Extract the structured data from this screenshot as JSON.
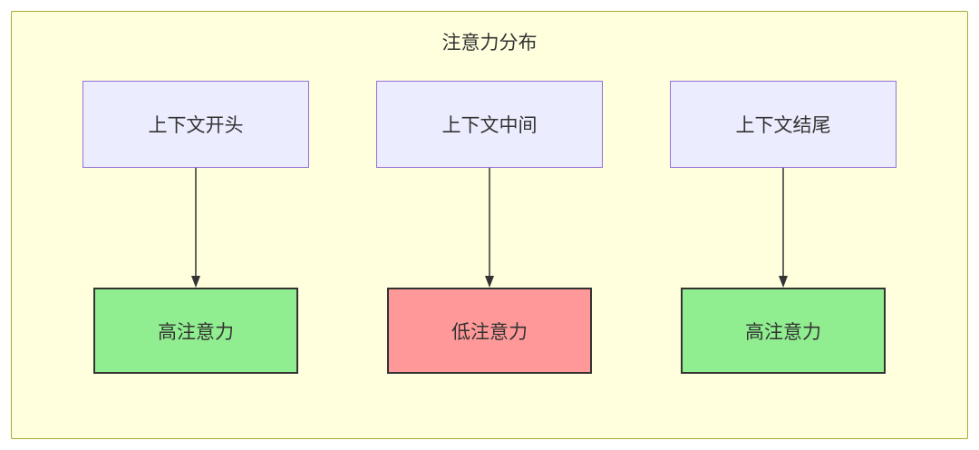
{
  "diagram": {
    "title": "注意力分布",
    "columns": [
      {
        "source_label": "上下文开头",
        "target_label": "高注意力",
        "attention": "high"
      },
      {
        "source_label": "上下文中间",
        "target_label": "低注意力",
        "attention": "low"
      },
      {
        "source_label": "上下文结尾",
        "target_label": "高注意力",
        "attention": "high"
      }
    ],
    "colors": {
      "container_bg": "#ffffde",
      "container_border": "#aaaa33",
      "source_bg": "#ECECFF",
      "source_border": "#9370DB",
      "high_bg": "#90EE90",
      "low_bg": "#FF9999",
      "target_border": "#333333",
      "arrow": "#333333"
    }
  }
}
